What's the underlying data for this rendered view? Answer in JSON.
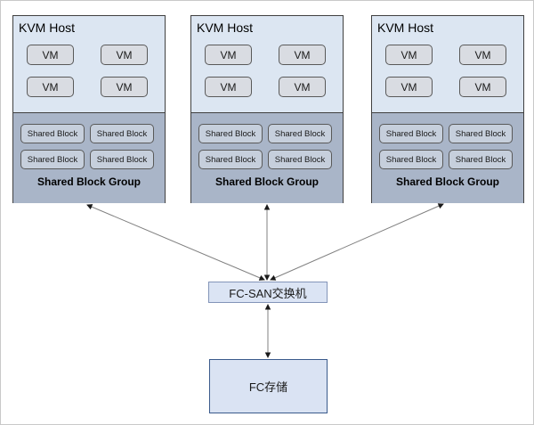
{
  "diagram": {
    "hosts": [
      {
        "title": "KVM Host",
        "vms": [
          "VM",
          "VM",
          "VM",
          "VM"
        ],
        "shared_blocks": [
          "Shared Block",
          "Shared Block",
          "Shared Block",
          "Shared Block"
        ],
        "group_label": "Shared Block Group"
      },
      {
        "title": "KVM Host",
        "vms": [
          "VM",
          "VM",
          "VM",
          "VM"
        ],
        "shared_blocks": [
          "Shared Block",
          "Shared Block",
          "Shared Block",
          "Shared Block"
        ],
        "group_label": "Shared Block Group"
      },
      {
        "title": "KVM Host",
        "vms": [
          "VM",
          "VM",
          "VM",
          "VM"
        ],
        "shared_blocks": [
          "Shared Block",
          "Shared Block",
          "Shared Block",
          "Shared Block"
        ],
        "group_label": "Shared Block Group"
      }
    ],
    "switch_label": "FC-SAN交换机",
    "storage_label": "FC存储",
    "connections": [
      {
        "from": "kvm-host-1",
        "to": "fc-san-switch",
        "bidirectional": true
      },
      {
        "from": "kvm-host-2",
        "to": "fc-san-switch",
        "bidirectional": true
      },
      {
        "from": "kvm-host-3",
        "to": "fc-san-switch",
        "bidirectional": true
      },
      {
        "from": "fc-san-switch",
        "to": "fc-storage",
        "bidirectional": true
      }
    ],
    "colors": {
      "host_top_fill": "#dce6f2",
      "host_group_fill": "#a9b5c8",
      "vm_fill": "#d9dce2",
      "shared_block_fill": "#c6cfdc",
      "switch_fill": "#dbe4f4",
      "switch_border": "#8394b8",
      "storage_fill": "#dae3f3",
      "storage_border": "#3a5a8c",
      "box_border": "#404040",
      "edge_line": "#808080"
    }
  }
}
